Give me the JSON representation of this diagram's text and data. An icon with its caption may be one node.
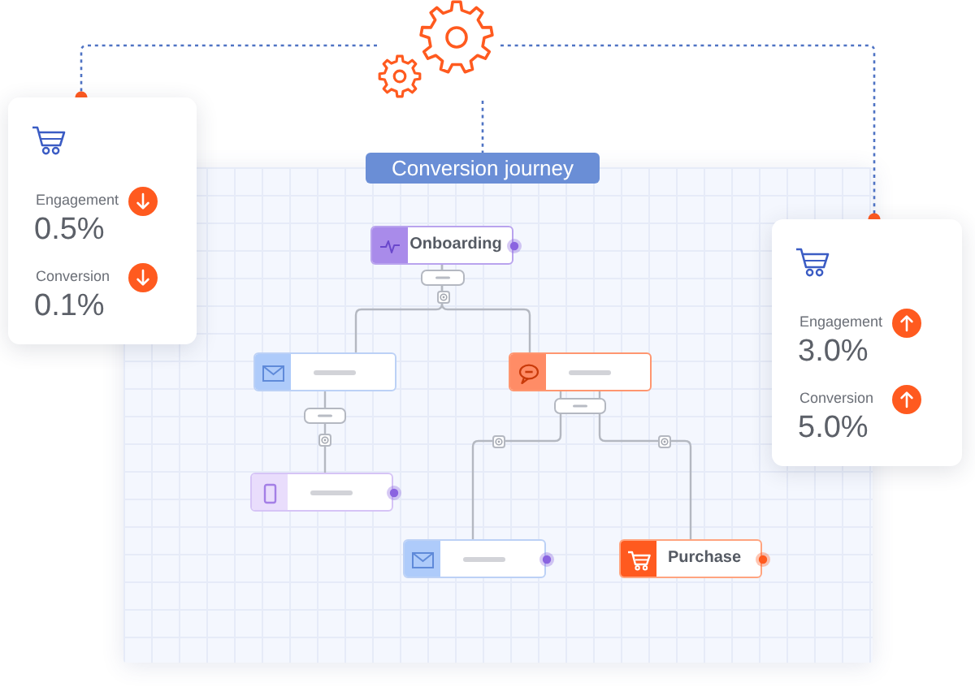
{
  "diagram": {
    "nodes": [
      {
        "text": [],
        "shape": "picture"
      },
      {
        "text": [
          "Engagement",
          "0.5%",
          "Conversion",
          "0.1%"
        ]
      },
      {
        "text": [
          "Engagement",
          "3.0%",
          "Conversion",
          "5.0%"
        ]
      },
      {
        "text": [
          "Conversion journey"
        ]
      },
      {
        "text": [
          "Onboarding"
        ],
        "in": 3
      },
      {
        "text": [],
        "shape": "box",
        "in": 3
      },
      {
        "text": [],
        "shape": "box",
        "in": 3
      },
      {
        "text": [],
        "shape": "box",
        "in": 3
      },
      {
        "text": [],
        "shape": "box",
        "in": 3
      },
      {
        "text": [
          "Purchase"
        ],
        "in": 3
      }
    ],
    "edges": [
      {
        "from": 0,
        "to": 1,
        "arrow": "other",
        "style": "dashed",
        "color": "#4f73c4"
      },
      {
        "from": 0,
        "to": 2,
        "arrow": "other",
        "style": "dashed",
        "color": "#4f73c4"
      },
      {
        "from": 0,
        "to": 3,
        "arrow": "none",
        "style": "dashed",
        "color": "#4f73c4"
      },
      {
        "from": 4,
        "to": 5,
        "arrow": "none"
      },
      {
        "from": 4,
        "to": 6,
        "arrow": "none"
      },
      {
        "from": 5,
        "to": 7,
        "arrow": "none"
      },
      {
        "from": 6,
        "to": 8,
        "arrow": "none"
      },
      {
        "from": 6,
        "to": 9,
        "arrow": "none"
      }
    ]
  }
}
